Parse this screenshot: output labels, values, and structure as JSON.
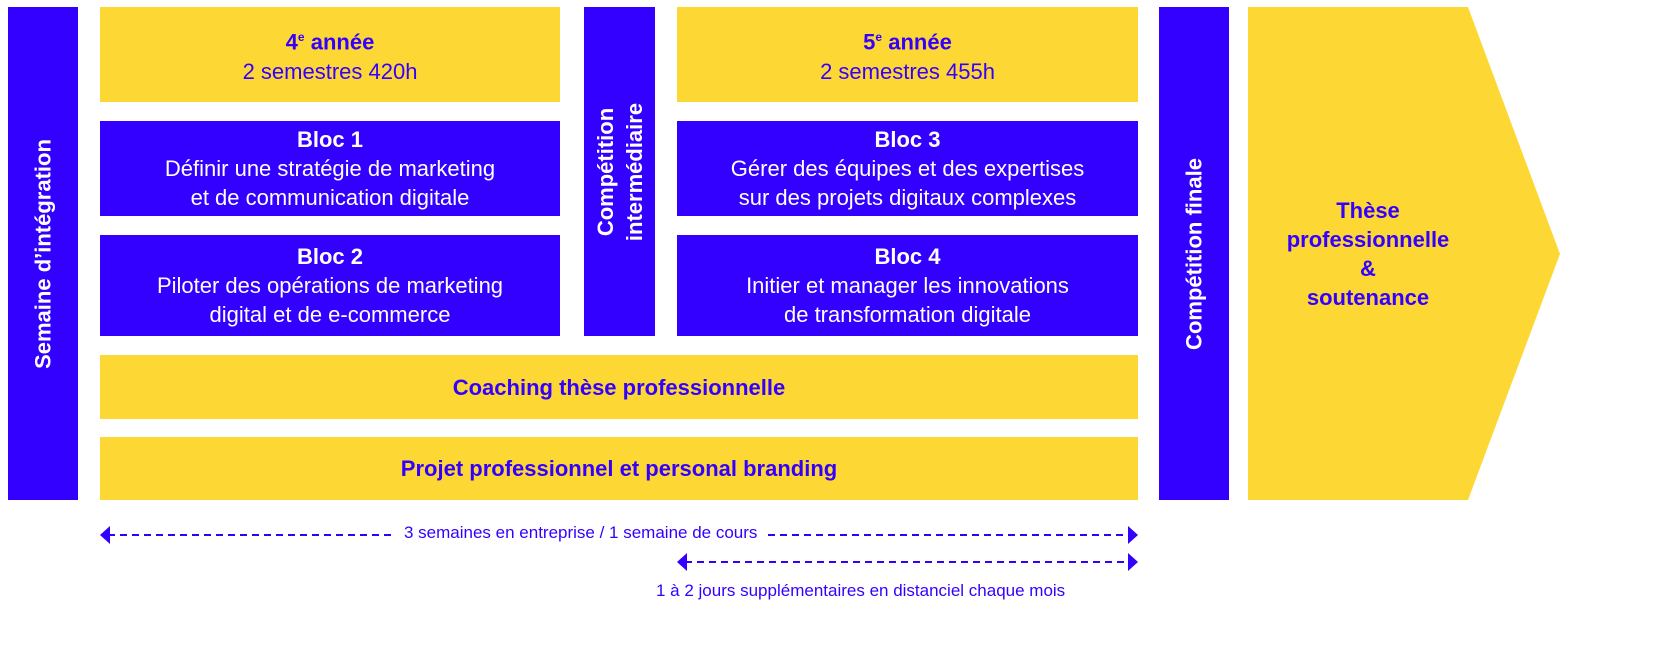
{
  "colors": {
    "blue": "#3300ff",
    "yellow": "#fdd835"
  },
  "integration": "Semaine d’intégration",
  "year4": {
    "num": "4",
    "sup": "e",
    "title": " année",
    "sub": "2 semestres 420h"
  },
  "year5": {
    "num": "5",
    "sup": "e",
    "title": " année",
    "sub": "2 semestres 455h"
  },
  "blocs": [
    {
      "title": "Bloc 1",
      "l1": "Définir une stratégie de marketing",
      "l2": "et de communication digitale"
    },
    {
      "title": "Bloc 2",
      "l1": "Piloter des opérations de marketing",
      "l2": "digital et de e-commerce"
    },
    {
      "title": "Bloc 3",
      "l1": "Gérer des équipes et des expertises",
      "l2": "sur des projets digitaux complexes"
    },
    {
      "title": "Bloc 4",
      "l1": "Initier et manager les innovations",
      "l2": "de transformation digitale"
    }
  ],
  "competition_mid": {
    "l1": "Compétition",
    "l2": "intermédiaire"
  },
  "competition_final": "Compétition finale",
  "coaching": "Coaching thèse professionnelle",
  "projet": "Projet professionnel et personal branding",
  "these": {
    "l1": "Thèse",
    "l2": "professionnelle",
    "l3": "&",
    "l4": "soutenance"
  },
  "timeline": {
    "rhythm": "3 semaines en entreprise / 1 semaine de cours",
    "remote": "1 à 2 jours supplémentaires en distanciel chaque mois"
  }
}
